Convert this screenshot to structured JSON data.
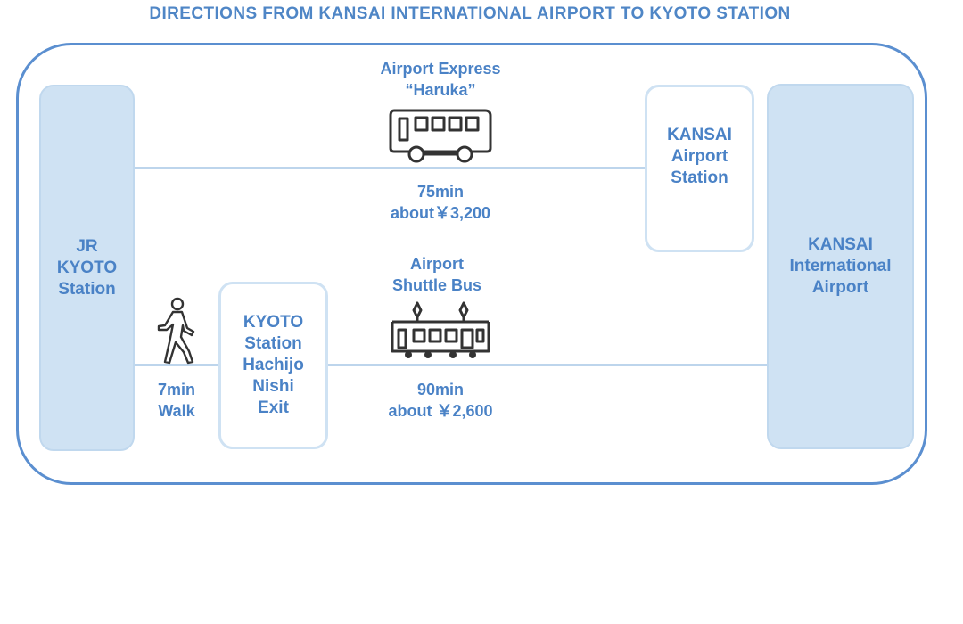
{
  "title": "DIRECTIONS FROM KANSAI INTERNATIONAL AIRPORT TO KYOTO STATION",
  "nodes": {
    "jr_kyoto": [
      "JR",
      "KYOTO",
      "Station"
    ],
    "kansai_airport_station": [
      "KANSAI",
      "Airport",
      "Station"
    ],
    "kansai_international": [
      "KANSAI",
      "International",
      "Airport"
    ],
    "hachijo_exit": [
      "KYOTO",
      "Station",
      "Hachijo",
      "Nishi",
      "Exit"
    ]
  },
  "routes": {
    "express": {
      "name": [
        "Airport Express",
        "“Haruka”"
      ],
      "time": "75min",
      "fare": "about￥3,200"
    },
    "bus": {
      "name": [
        "Airport",
        "Shuttle Bus"
      ],
      "time": "90min",
      "fare": "about ￥2,600"
    },
    "walk": {
      "time": "7min",
      "mode": "Walk"
    }
  },
  "colors": {
    "accent": "#4a82c6",
    "frame": "#5b8fd0",
    "box_fill": "#cfe2f3",
    "line": "#bdd5ec"
  },
  "icons": [
    "bus-icon",
    "train-icon",
    "pedestrian-icon"
  ]
}
